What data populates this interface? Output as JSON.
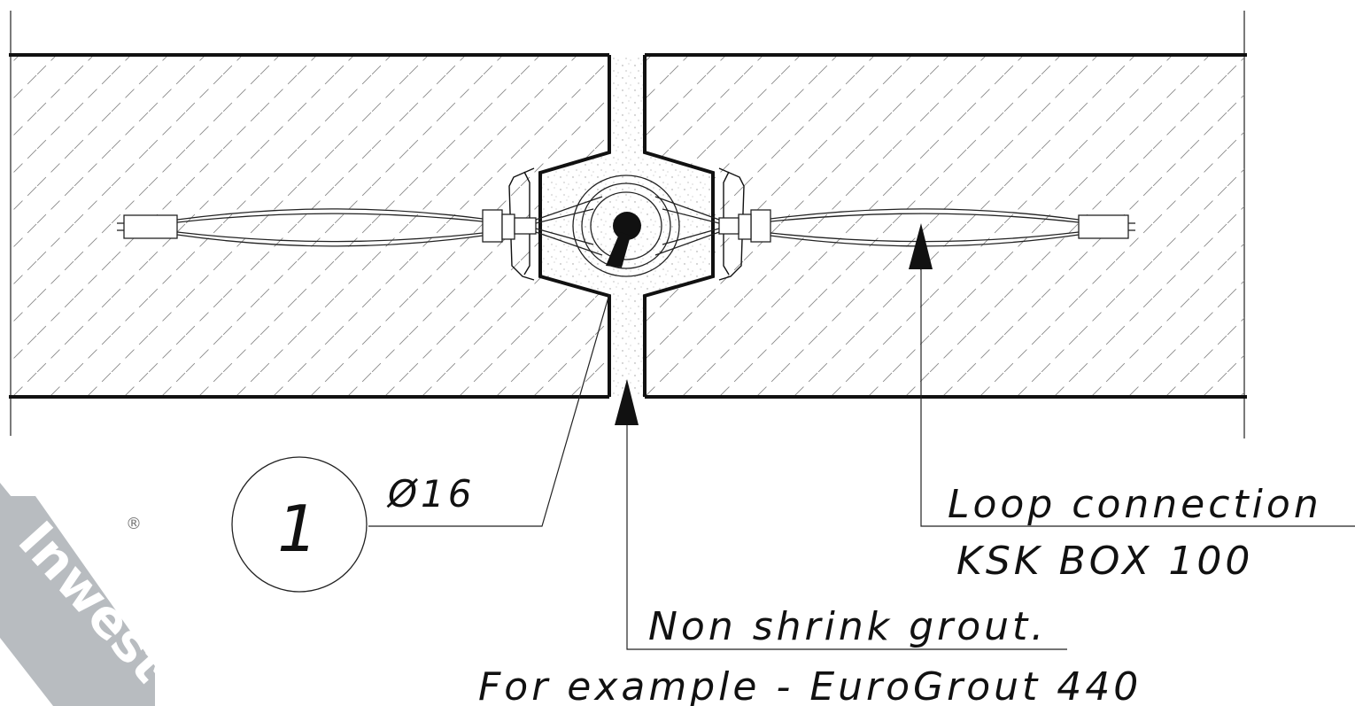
{
  "diagram": {
    "detail_number": "1",
    "bar_diameter_label": "Ø16",
    "loop_connection_label": "Loop connection",
    "loop_connection_product": "KSK BOX 100",
    "grout_label": "Non shrink grout.",
    "grout_example": "For example - EuroGrout 440"
  },
  "logo": {
    "text": "Inwest",
    "registered_mark": "®",
    "color": "#b8bcc0"
  },
  "colors": {
    "line": "#111111",
    "hatch": "#8a8a8a",
    "grout_fill": "#f4f4f4"
  }
}
